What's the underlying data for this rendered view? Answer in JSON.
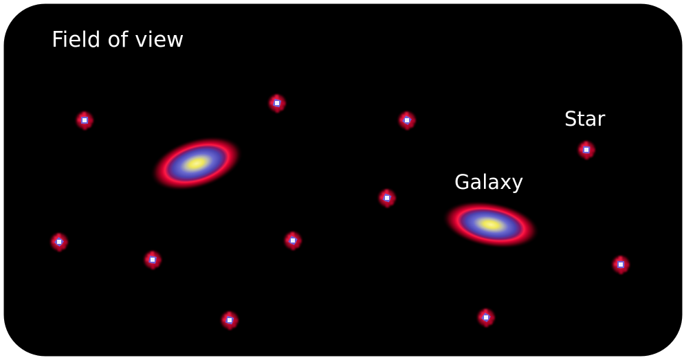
{
  "field": {
    "title": "Field of view",
    "background": "#000000",
    "border_color": "#ffffff"
  },
  "labels": {
    "galaxy": "Galaxy",
    "star": "Star"
  },
  "colors": {
    "halo_red": "#e8003a",
    "ring_blue": "#5a5cc4",
    "core_yellow": "#f4f08a",
    "star_core": "#f2f4ff"
  }
}
